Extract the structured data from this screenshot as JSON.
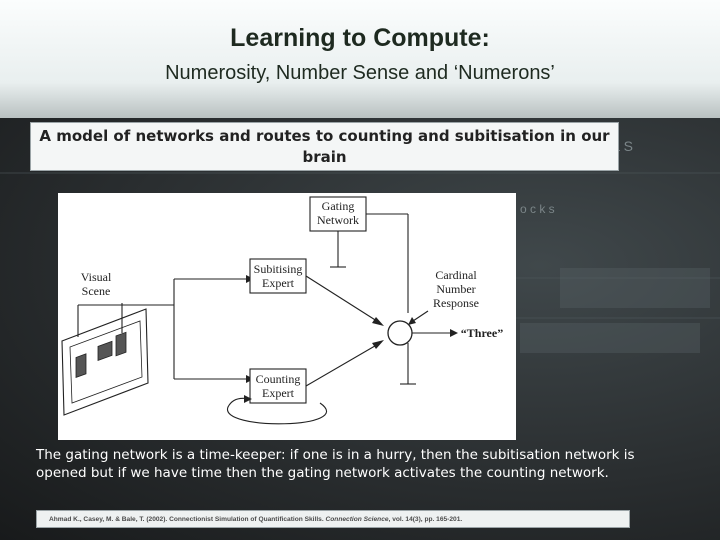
{
  "slide": {
    "title": "Learning to Compute:",
    "subtitle": "Numerosity, Number Sense and ‘Numerons’",
    "caption": "A model of networks and routes to counting and subitisation in our brain",
    "body_text": "The gating network is a time-keeper: if one is in a hurry, then the subitisation network is opened but if we have time then the gating network activates the counting network.",
    "citation": {
      "authors_title": "Ahmad K., Casey, M. & Bale, T. (2002). Connectionist Simulation of Quantification Skills.",
      "journal": "Connection Science",
      "volume_pages": ", vol. 14(3), pp. 165-201."
    },
    "background_text": {
      "fragment_1": "A L S",
      "fragment_2": "o c k s"
    }
  },
  "diagram": {
    "gating_network": [
      "Gating",
      "Network"
    ],
    "visual_scene": [
      "Visual",
      "Scene"
    ],
    "subitising_expert": [
      "Subitising",
      "Expert"
    ],
    "counting_expert": [
      "Counting",
      "Expert"
    ],
    "cardinal_number_response": [
      "Cardinal",
      "Number",
      "Response"
    ],
    "output_label": "“Three”"
  },
  "colors": {
    "header_bg": "#eef3f3",
    "main_bg": "#2a2e30",
    "title_text": "#1e2a20",
    "body_text": "#ffffff"
  }
}
